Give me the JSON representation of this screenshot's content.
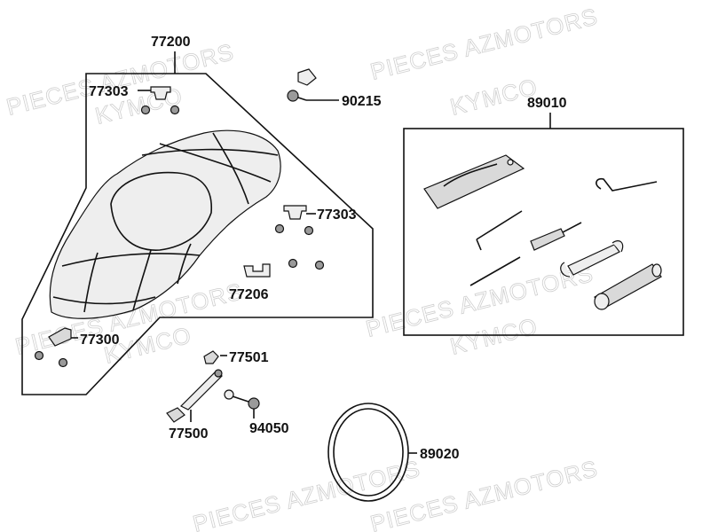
{
  "watermarks": [
    "PIECES AZMOTORS",
    "KYMCO"
  ],
  "callouts": {
    "seat_assembly": "77200",
    "seat_bumper_top": "77303",
    "seat_bumper_mid": "77303",
    "seat_stopper": "77206",
    "seat_rubber": "77300",
    "bolt": "90215",
    "tool_kit": "89010",
    "latch_hook": "77501",
    "seat_lock_cable": "77500",
    "nut": "94050",
    "strap": "89020"
  }
}
